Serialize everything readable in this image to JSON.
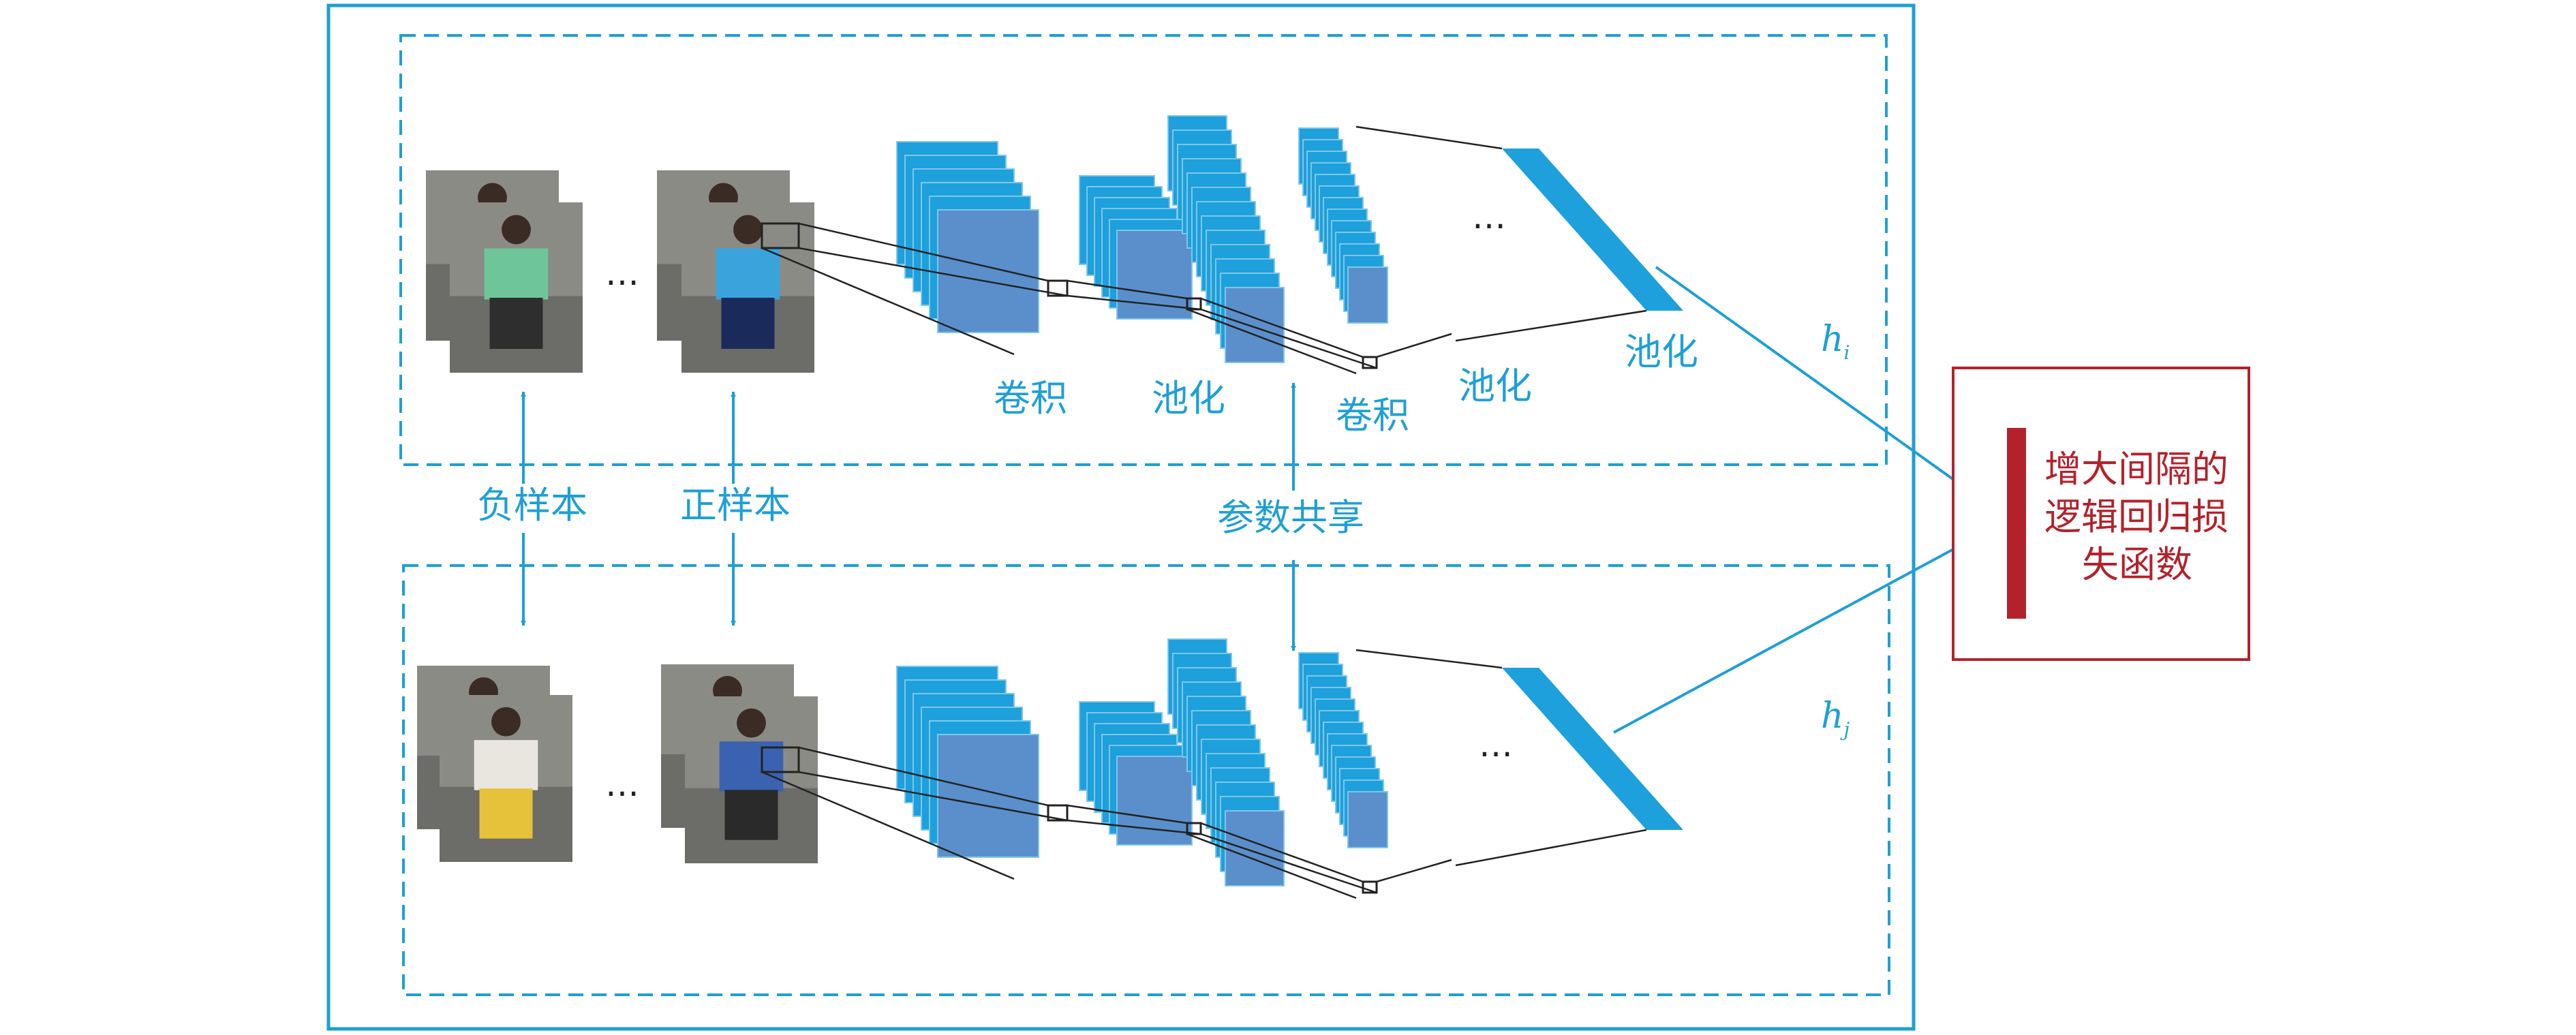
{
  "branches": [
    {
      "id": "top",
      "stage_labels": [
        "卷积",
        "池化",
        "卷积",
        "池化",
        "池化"
      ],
      "ellipsis_images": "…",
      "ellipsis_layers": "…",
      "output_label": {
        "main": "h",
        "sub": "i"
      }
    },
    {
      "id": "bottom",
      "stage_labels": [],
      "ellipsis_images": "…",
      "ellipsis_layers": "…",
      "output_label": {
        "main": "h",
        "sub": "j"
      }
    }
  ],
  "shared_labels": {
    "negative_sample": "负样本",
    "positive_sample": "正样本",
    "parameter_sharing": "参数共享"
  },
  "loss_box": {
    "lines": [
      "增大间隔的",
      "逻辑回归损",
      "失函数"
    ]
  },
  "colors": {
    "frame": "#1f9fd6",
    "layer_fill": "#1da0dc",
    "layer_edge": "#7fc6ea",
    "layer_front": "#5b8fcb",
    "loss_border": "#b3222c",
    "loss_bar": "#b3222c"
  }
}
